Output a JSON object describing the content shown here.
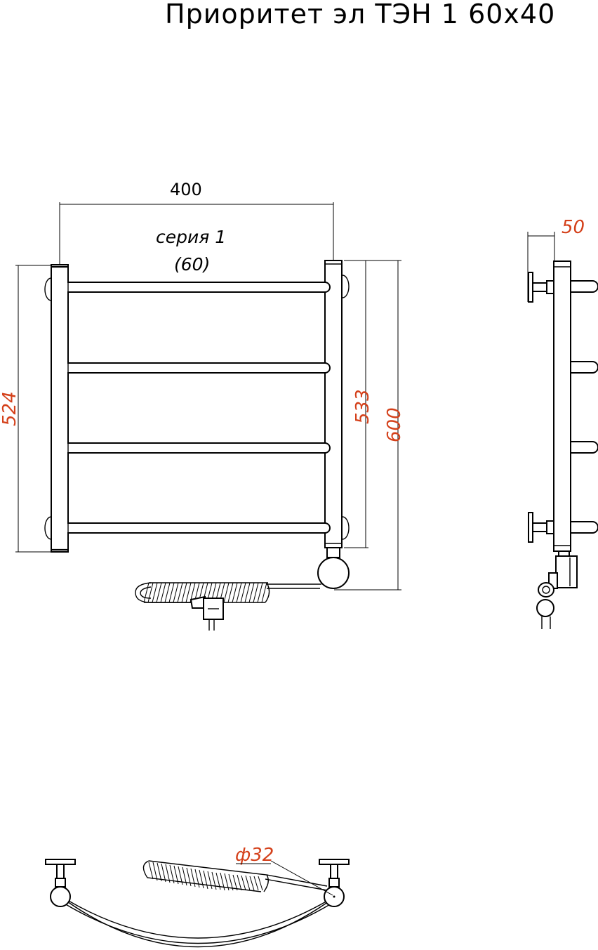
{
  "title": "Приоритет эл ТЭН 1 60х40",
  "series": {
    "line1": "серия 1",
    "line2": "(60)"
  },
  "dimensions": {
    "width": "400",
    "height_left": "524",
    "height_mid": "533",
    "height_total": "600",
    "depth": "50",
    "diameter": "ф32"
  },
  "colors": {
    "dimension_red": "#d4401a",
    "line": "#000000"
  }
}
